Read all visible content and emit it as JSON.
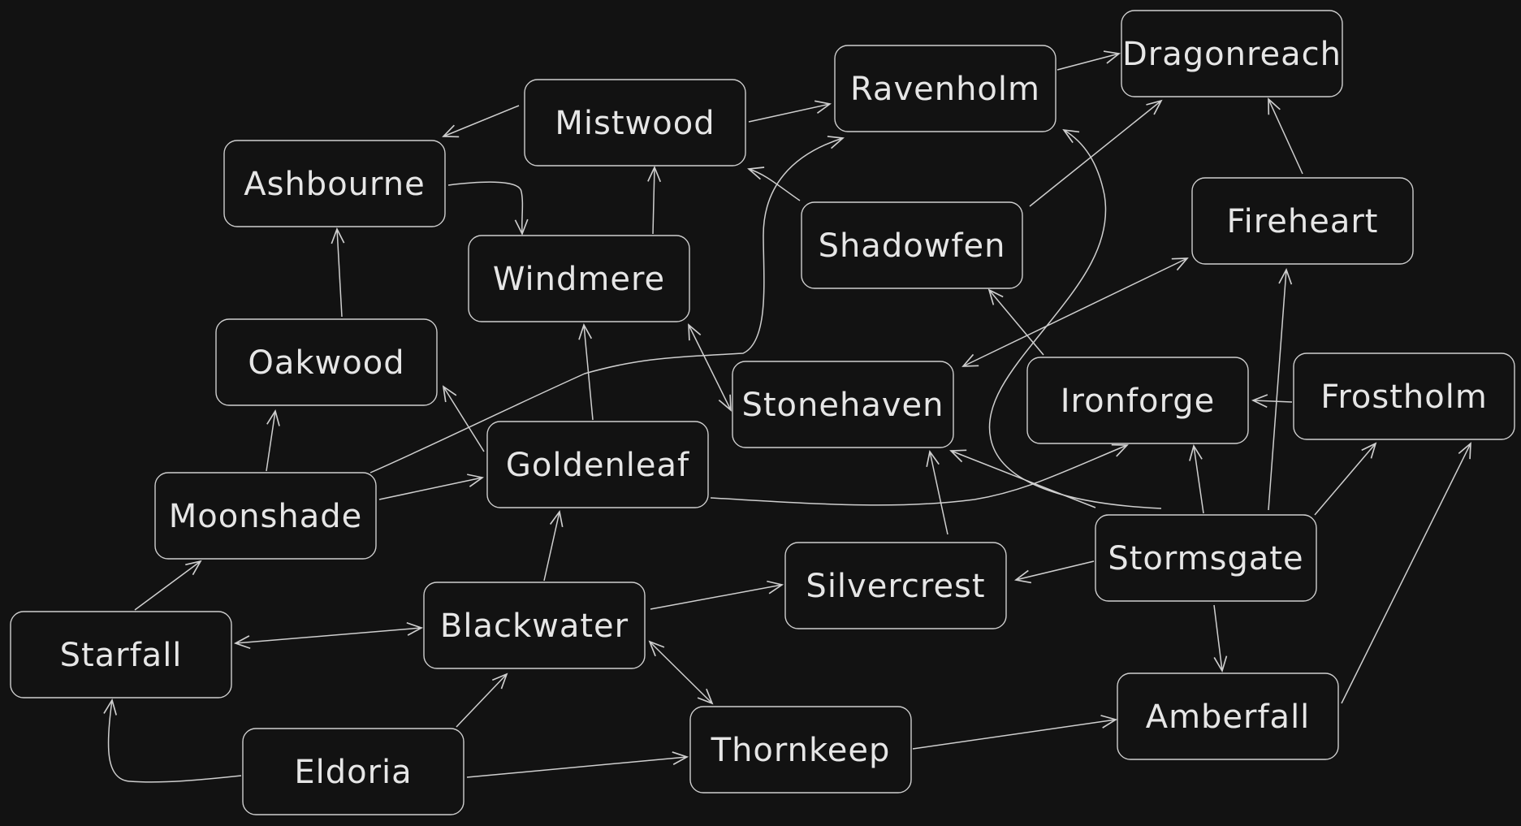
{
  "colors": {
    "background": "#121212",
    "stroke": "#cfcfcf",
    "text": "#e6e6e6"
  },
  "nodes": [
    {
      "id": "dragonreach",
      "label": "Dragonreach"
    },
    {
      "id": "ravenholm",
      "label": "Ravenholm"
    },
    {
      "id": "mistwood",
      "label": "Mistwood"
    },
    {
      "id": "ashbourne",
      "label": "Ashbourne"
    },
    {
      "id": "fireheart",
      "label": "Fireheart"
    },
    {
      "id": "shadowfen",
      "label": "Shadowfen"
    },
    {
      "id": "windmere",
      "label": "Windmere"
    },
    {
      "id": "oakwood",
      "label": "Oakwood"
    },
    {
      "id": "stonehaven",
      "label": "Stonehaven"
    },
    {
      "id": "ironforge",
      "label": "Ironforge"
    },
    {
      "id": "frostholm",
      "label": "Frostholm"
    },
    {
      "id": "goldenleaf",
      "label": "Goldenleaf"
    },
    {
      "id": "moonshade",
      "label": "Moonshade"
    },
    {
      "id": "stormsgate",
      "label": "Stormsgate"
    },
    {
      "id": "silvercrest",
      "label": "Silvercrest"
    },
    {
      "id": "blackwater",
      "label": "Blackwater"
    },
    {
      "id": "starfall",
      "label": "Starfall"
    },
    {
      "id": "amberfall",
      "label": "Amberfall"
    },
    {
      "id": "thornkeep",
      "label": "Thornkeep"
    },
    {
      "id": "eldoria",
      "label": "Eldoria"
    }
  ],
  "edges": [
    {
      "from": "ravenholm",
      "to": "dragonreach"
    },
    {
      "from": "mistwood",
      "to": "ravenholm"
    },
    {
      "from": "mistwood",
      "to": "ashbourne"
    },
    {
      "from": "ashbourne",
      "to": "windmere"
    },
    {
      "from": "windmere",
      "to": "mistwood"
    },
    {
      "from": "shadowfen",
      "to": "mistwood"
    },
    {
      "from": "shadowfen",
      "to": "dragonreach"
    },
    {
      "from": "fireheart",
      "to": "dragonreach"
    },
    {
      "from": "oakwood",
      "to": "ashbourne"
    },
    {
      "from": "moonshade",
      "to": "oakwood"
    },
    {
      "from": "moonshade",
      "to": "goldenleaf"
    },
    {
      "from": "moonshade",
      "to": "ravenholm"
    },
    {
      "from": "goldenleaf",
      "to": "oakwood"
    },
    {
      "from": "goldenleaf",
      "to": "windmere"
    },
    {
      "from": "goldenleaf",
      "to": "ironforge"
    },
    {
      "from": "windmere",
      "to": "stonehaven",
      "bidirectional": true
    },
    {
      "from": "fireheart",
      "to": "stonehaven",
      "bidirectional": true
    },
    {
      "from": "ironforge",
      "to": "shadowfen"
    },
    {
      "from": "frostholm",
      "to": "ironforge"
    },
    {
      "from": "stormsgate",
      "to": "ironforge"
    },
    {
      "from": "stormsgate",
      "to": "frostholm"
    },
    {
      "from": "stormsgate",
      "to": "fireheart"
    },
    {
      "from": "stormsgate",
      "to": "stonehaven"
    },
    {
      "from": "stormsgate",
      "to": "ravenholm"
    },
    {
      "from": "stormsgate",
      "to": "silvercrest"
    },
    {
      "from": "stormsgate",
      "to": "amberfall"
    },
    {
      "from": "silvercrest",
      "to": "stonehaven"
    },
    {
      "from": "blackwater",
      "to": "goldenleaf"
    },
    {
      "from": "blackwater",
      "to": "silvercrest"
    },
    {
      "from": "blackwater",
      "to": "starfall",
      "bidirectional": true
    },
    {
      "from": "blackwater",
      "to": "thornkeep",
      "bidirectional": true
    },
    {
      "from": "starfall",
      "to": "moonshade"
    },
    {
      "from": "eldoria",
      "to": "blackwater"
    },
    {
      "from": "eldoria",
      "to": "starfall"
    },
    {
      "from": "eldoria",
      "to": "thornkeep"
    },
    {
      "from": "thornkeep",
      "to": "amberfall"
    },
    {
      "from": "amberfall",
      "to": "frostholm"
    }
  ]
}
